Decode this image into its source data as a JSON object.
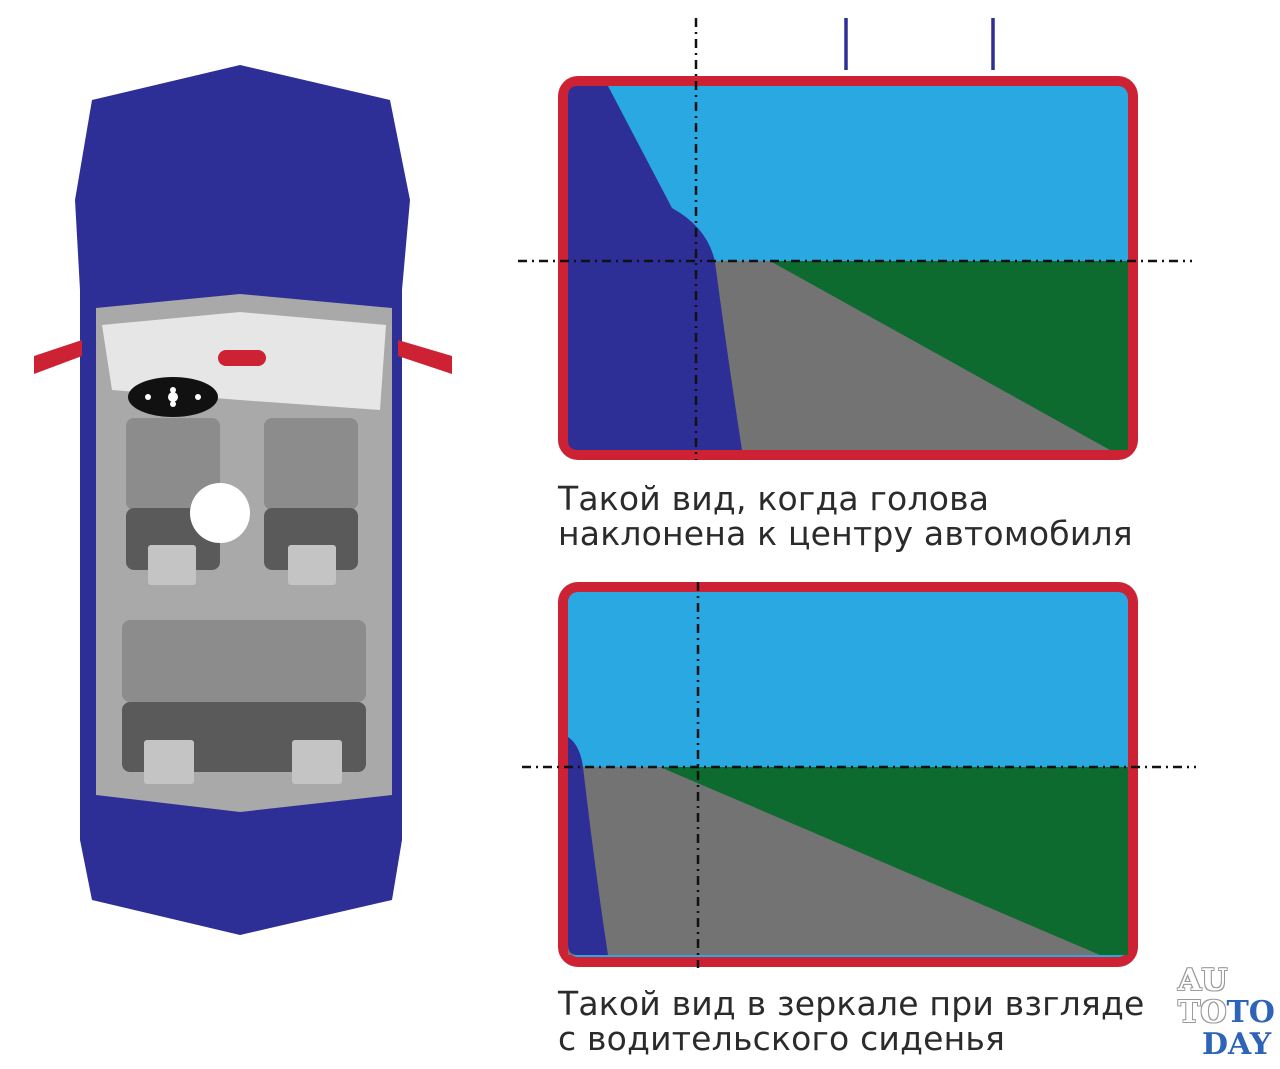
{
  "captions": {
    "top": [
      "Такой вид, когда голова",
      "наклонена к центру автомобиля"
    ],
    "bottom": [
      "Такой вид в зеркале при взгляде",
      "с водительского сиденья"
    ]
  },
  "watermark": {
    "line1": "AU",
    "line2a": "TO",
    "line2b": "TO",
    "line3": "DAY"
  },
  "colors": {
    "car_body": "#2d2f96",
    "interior": "#a9a9a9",
    "mirror_frame": "#cc2233",
    "sky": "#29a8e2",
    "road": "#737373",
    "grass": "#0d6b2f",
    "seat_light": "#8c8c8c",
    "seat_dark": "#5a5a5a",
    "pedal": "#c4c4c4",
    "guide_line": "#111111",
    "watermark_blue": "#2d63b8"
  },
  "icons": [
    "steering-wheel-icon",
    "driver-head-icon"
  ]
}
